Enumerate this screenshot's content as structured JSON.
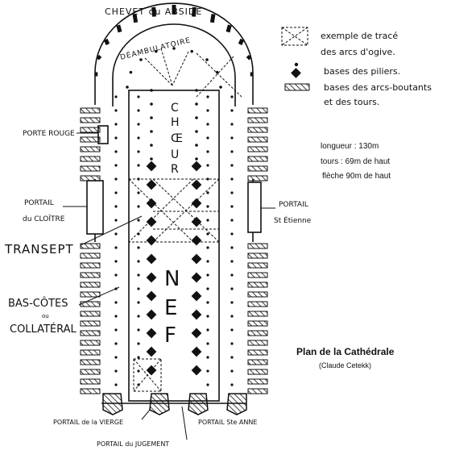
{
  "labels": {
    "chevet": "CHEVET ou ABSIDE",
    "deambulatoire": "DÉAMBULATOIRE",
    "choeur": [
      "C",
      "H",
      "Œ",
      "U",
      "R"
    ],
    "nef": [
      "N",
      "E",
      "F"
    ],
    "porte_rouge": "PORTE ROUGE",
    "portail_cloitre_1": "PORTAIL",
    "portail_cloitre_2": "du CLOÎTRE",
    "portail_etienne_1": "PORTAIL",
    "portail_etienne_2": "St Étienne",
    "transept": "TRANSEPT",
    "bas_cotes": "BAS-CÔTES",
    "ou": "ou",
    "collateral": "COLLATÉRAL",
    "portail_vierge": "PORTAIL de la VIERGE",
    "portail_jugement": "PORTAIL du JUGEMENT",
    "portail_anne": "PORTAIL Ste ANNE"
  },
  "legend": {
    "item1_line1": "exemple de tracé",
    "item1_line2": "des arcs d'ogive.",
    "item2": "bases des piliers.",
    "item3_line1": "bases des arcs-boutants",
    "item3_line2": "et des tours."
  },
  "info": {
    "length": "longueur : 130m",
    "towers": "tours : 69m de haut",
    "spire": "flèche 90m de haut"
  },
  "caption": {
    "title": "Plan de la Cathédrale",
    "author": "(Claude Cetekk)"
  },
  "colors": {
    "ink": "#111111",
    "paper": "#ffffff"
  }
}
